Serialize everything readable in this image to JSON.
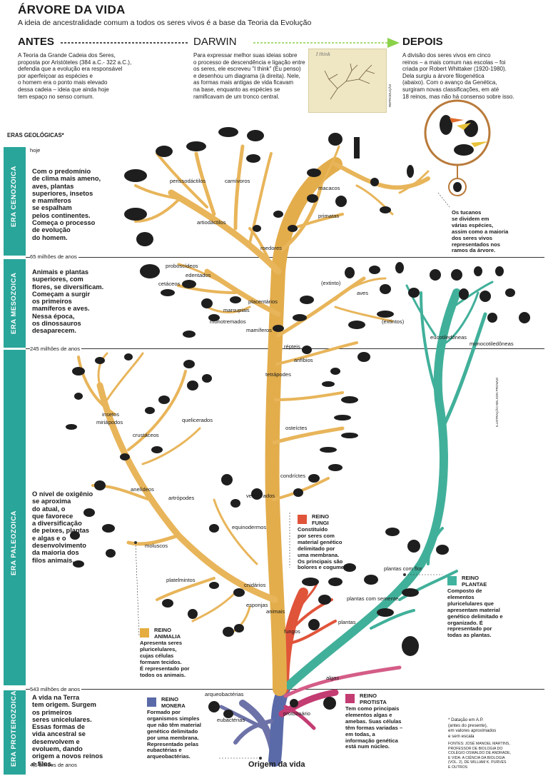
{
  "header": {
    "title": "ÁRVORE DA VIDA",
    "subtitle": "A ideia de ancestralidade comum a todos os seres vivos é a base da Teoria da Evolução"
  },
  "sections": {
    "antes": {
      "heading": "ANTES",
      "lines": [
        "A Teoria da Grande Cadeia dos Seres,",
        "proposta por Aristóteles (384 a.C.- 322 a.C.),",
        "defendia que a evolução era responsável",
        "por aperfeiçoar as espécies e",
        "o homem era o ponto mais elevado",
        "dessa cadeia – ideia que ainda hoje",
        "tem espaço no senso comum."
      ]
    },
    "darwin": {
      "heading": "DARWIN",
      "lines": [
        "Para expressar melhor suas ideias sobre",
        "o processo de descendência e ligação entre",
        "os seres, ele escreveu \"I think\" (Eu penso)",
        "e desenhou um diagrama (à direita). Nele,",
        "as formas mais antigas de vida ficavam",
        "na base, enquanto as espécies se",
        "ramificavam de um tronco central."
      ],
      "sketch_caption": "I think",
      "credit": "REPRODUÇÃO"
    },
    "depois": {
      "heading": "DEPOIS",
      "lines": [
        "A divisão dos seres vivos em cinco",
        "reinos – a mais comum nas escolas – foi",
        "criada por Robert Whittaker (1920-1980).",
        "Dela surgiu a árvore filogenética",
        "(abaixo). Com o avanço da Genética,",
        "surgiram novas classificações, em até",
        "18 reinos, mas não há consenso sobre isso."
      ]
    }
  },
  "eras": {
    "heading": "ERAS GEOLÓGICAS*",
    "cenozoica": {
      "label": "ERA CENOZOICA",
      "top_label": "hoje",
      "lines": [
        "Com o predomínio",
        "de clima mais ameno,",
        "aves, plantas",
        "superiores, insetos",
        "e mamíferos",
        "se espalham",
        "pelos continentes.",
        "Começa o processo",
        "de evolução",
        "do homem."
      ]
    },
    "mesozoica": {
      "label": "ERA MESOZOICA",
      "boundary": "65 milhões de anos",
      "lines": [
        "Animais e plantas",
        "superiores, com",
        "flores, se diversificam.",
        "Começam a surgir",
        "os primeiros",
        "mamíferos e aves.",
        "Nessa época,",
        "os dinossauros",
        "desaparecem."
      ]
    },
    "paleozoica": {
      "label": "ERA PALEOZOICA",
      "boundary": "245 milhões de anos",
      "lines": [
        "O nível de oxigênio",
        "se aproxima",
        "do atual, o",
        "que favorece",
        "a diversificação",
        "de peixes, plantas",
        "e algas e o",
        "desenvolvimento",
        "da maioria dos",
        "filos animais."
      ]
    },
    "proterozoica": {
      "label": "ERA PROTEROZOICA",
      "boundary": "543 milhões de anos",
      "bottom_label": "4,5 bilhões de anos",
      "lines": [
        "A vida na Terra",
        "tem origem. Surgem",
        "os primeiros",
        "seres unicelulares.",
        "Essas formas de",
        "vida ancestral se",
        "desenvolvem e",
        "evoluem, dando",
        "origem a novos reinos",
        "e filos."
      ]
    }
  },
  "branches": {
    "perissodactilos": "perissodáctilos",
    "carnivoros": "carnívoros",
    "macacos": "macacos",
    "primatas": "primatas",
    "artiodactilos": "artiodáctilos",
    "roedores": "roedores",
    "proboscideos": "proboscídeos",
    "edentados": "edentados",
    "cetaceos": "cetáceos",
    "extinto": "(extinto)",
    "aves": "aves",
    "placentarios": "placentários",
    "marsupiais": "marsupiais",
    "monotremados": "monotremados",
    "mamiferos": "mamíferos",
    "extintos": "(extintos)",
    "repteis": "répteis",
    "anfibios": "anfíbios",
    "tetrapodes": "tetrápodes",
    "eucotiledoneas": "eucotiledôneas",
    "monocotiledoneas": "monocotiledôneas",
    "insetos": "insetos",
    "miriapodos": "miriápodos",
    "quelicerados": "quelicerados",
    "crustaceos": "crustáceos",
    "osteictes": "osteíctes",
    "condrictes": "condríctes",
    "anelideos": "anelídeos",
    "artropodes": "artrópodes",
    "vertebrados": "vertebrados",
    "equinodermos": "equinodermos",
    "moluscos": "moluscos",
    "platelmintos": "platelmintos",
    "cnidarios": "cnidários",
    "esponjas": "esponjas",
    "animais": "animais",
    "fungos": "fungos",
    "plantas_com_flor": "plantas com flor",
    "plantas_com_semente": "plantas com semente",
    "plantas": "plantas",
    "algas": "algas",
    "arqueobacterias": "arqueobactérias",
    "eubacterias": "eubactérias",
    "protozoario": "protozoário",
    "origem": "Origem da vida"
  },
  "tucanos": [
    "Os tucanos",
    "se dividem em",
    "várias espécies,",
    "assim como a maioria",
    "dos seres vivos",
    "representados nos",
    "ramos da árvore."
  ],
  "kingdoms": {
    "fungi": {
      "title": [
        "REINO",
        "FUNGI"
      ],
      "lines": [
        "Constituído",
        "por seres com",
        "material genético",
        "delimitado por",
        "uma membrana.",
        "Os principais são",
        "bolores e cogumelos."
      ],
      "color": "#e0543a"
    },
    "plantae": {
      "title": [
        "REINO",
        "PLANTAE"
      ],
      "lines": [
        "Composto de",
        "elementos",
        "pluricelulares que",
        "apresentam material",
        "genético delimitado e",
        "organizado. É",
        "representado por",
        "todas as plantas."
      ],
      "color": "#3fb39e"
    },
    "animalia": {
      "title": [
        "REINO",
        "ANIMALIA"
      ],
      "lines": [
        "Apresenta seres",
        "pluricelulares,",
        "cujas células",
        "formam tecidos.",
        "É representado por",
        "todos os animais."
      ],
      "color": "#e5ac3f"
    },
    "monera": {
      "title": [
        "REINO",
        "MONERA"
      ],
      "lines": [
        "Formado por",
        "organismos simples",
        "que não têm material",
        "genético delimitado",
        "por uma membrana.",
        "Representado pelas",
        "eubactérias e",
        "arqueobactérias."
      ],
      "color": "#5a6aa8"
    },
    "protista": {
      "title": [
        "REINO",
        "PROTISTA"
      ],
      "lines": [
        "Tem como principais",
        "elementos algas e",
        "amebas. Suas células",
        "têm formas variadas –",
        "em todas, a",
        "informação genética",
        "está num núcleo."
      ],
      "color": "#c33c72"
    }
  },
  "footnote": {
    "lines": [
      "* Datação em A.P.",
      "(antes do presente),",
      "em valores aproximados",
      "e sem escala"
    ],
    "sources": [
      "FONTES: JOSÉ MANOEL MARTINS,",
      "PROFESSOR DE BIOLOGIA DO",
      "COLÉGIO OSWALDO DE ANDRADE,",
      "E VIDA: A CIÊNCIA DA BIOLOGIA",
      "(VOL. 2), DE WILLIAM K. PURVES",
      "E OUTROS"
    ]
  },
  "illustration_credit": "ILUSTRAÇÃO NELSON PROVAZI",
  "colors": {
    "teal": "#2aa59a",
    "trunk": "#e3ad4c",
    "plant": "#41b09a",
    "fungi": "#e0543a",
    "monera": "#5a6aa8",
    "protista": "#c33c72",
    "arrow": "#8bd14a"
  }
}
